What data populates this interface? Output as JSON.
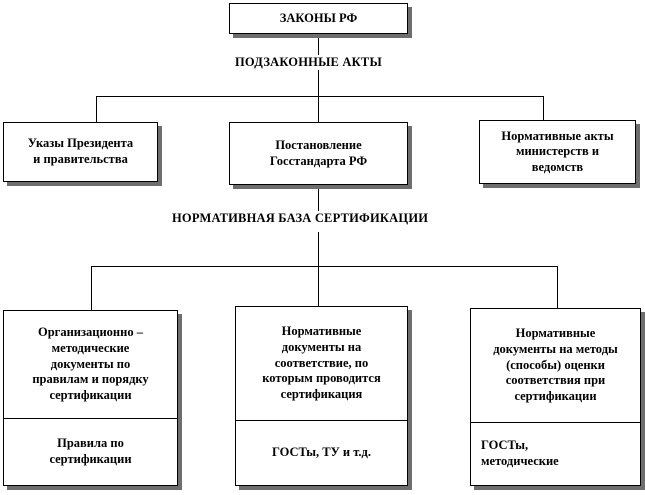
{
  "title_box": "ЗАКОНЫ РФ",
  "heading_1": "ПОДЗАКОННЫЕ АКТЫ",
  "heading_2": "НОРМАТИВНАЯ  БАЗА СЕРТИФИКАЦИИ",
  "tier2": [
    "Указы Президента\nи правительства",
    "Постановление\nГосстандарта РФ",
    "Нормативные акты\nминистерств и\nведомств"
  ],
  "tier3": [
    {
      "top": "Организационно –\nметодические\nдокументы по\nправилам и  порядку\nсертификации",
      "bottom": "Правила по\nсертификации"
    },
    {
      "top": "Нормативные\nдокументы на\nсоответствие, по\nкоторым проводится\nсертификация",
      "bottom": "ГОСТы, ТУ и т.д."
    },
    {
      "top": "Нормативные\nдокументы на методы\n(способы) оценки\nсоответствия при\nсертификации",
      "bottom": "ГОСТы,\nметодические"
    }
  ]
}
